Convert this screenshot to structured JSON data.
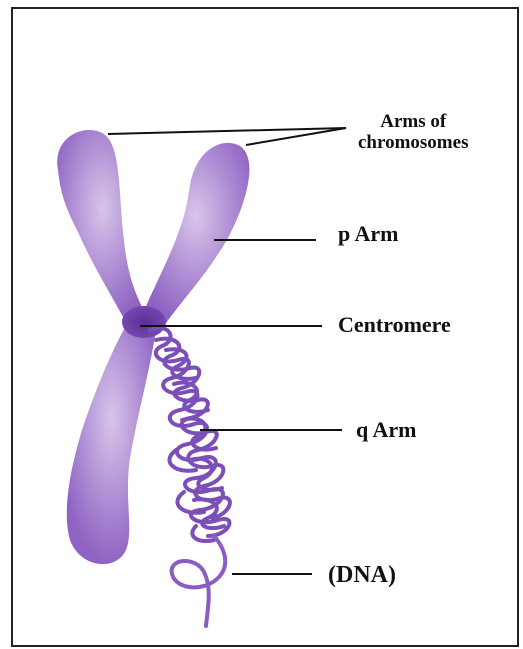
{
  "labels": {
    "arms_line1": "Arms of",
    "arms_line2": "chromosomes",
    "p_arm": "p Arm",
    "centromere": "Centromere",
    "q_arm": "q Arm",
    "dna": "(DNA)"
  },
  "colors": {
    "chromosome_dark": "#6a3ea3",
    "chromosome_mid": "#8b62c0",
    "chromosome_light": "#c5aedd",
    "leader_line": "#111111",
    "frame": "#222222"
  }
}
